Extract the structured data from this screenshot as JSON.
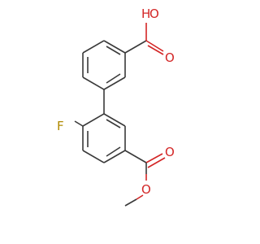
{
  "molecule": {
    "atoms": {
      "hydroxyl_h": "H",
      "hydroxyl_o": "O",
      "carbonyl_o_top": "O",
      "fluorine": "F",
      "carbonyl_o_bottom": "O",
      "ester_o": "O"
    },
    "colors": {
      "bond": "#3a3a3a",
      "oxygen": "#d32626",
      "fluorine": "#b08a00",
      "hydrogen": "#d32626",
      "background": "#ffffff"
    }
  }
}
